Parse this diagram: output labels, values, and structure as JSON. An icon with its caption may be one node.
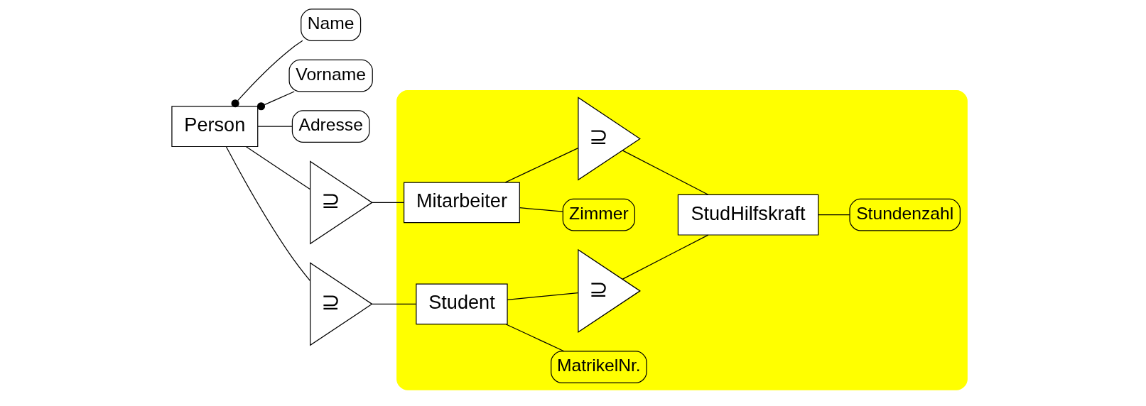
{
  "diagram": {
    "nodes": [
      {
        "text": [
          "Person"
        ]
      },
      {
        "text": [
          "Name"
        ]
      },
      {
        "text": [
          "Vorname"
        ]
      },
      {
        "text": [
          "Adresse"
        ]
      },
      {
        "text": [
          "⊇"
        ]
      },
      {
        "text": [
          "⊇"
        ]
      },
      {
        "text": [],
        "shape": "box"
      },
      {
        "text": [
          "Mitarbeiter"
        ],
        "in": 6
      },
      {
        "text": [
          "Zimmer"
        ],
        "in": 6
      },
      {
        "text": [
          "Student"
        ],
        "in": 6
      },
      {
        "text": [
          "MatrikelNr."
        ],
        "in": 6
      },
      {
        "text": [
          "⊇"
        ],
        "in": 6
      },
      {
        "text": [
          "⊇"
        ],
        "in": 6
      },
      {
        "text": [
          "StudHilfskraft"
        ],
        "in": 6
      },
      {
        "text": [
          "Stundenzahl"
        ],
        "in": 6
      }
    ],
    "edges": [
      {
        "from": 0,
        "to": 1,
        "arrow": "other"
      },
      {
        "from": 0,
        "to": 2,
        "arrow": "other"
      },
      {
        "from": 0,
        "to": 3,
        "arrow": "none"
      },
      {
        "from": 0,
        "to": 4,
        "arrow": "none"
      },
      {
        "from": 0,
        "to": 5,
        "arrow": "none"
      },
      {
        "from": 4,
        "to": 7,
        "arrow": "none"
      },
      {
        "from": 5,
        "to": 9,
        "arrow": "none"
      },
      {
        "from": 7,
        "to": 8,
        "arrow": "none"
      },
      {
        "from": 9,
        "to": 10,
        "arrow": "none"
      },
      {
        "from": 7,
        "to": 11,
        "arrow": "none"
      },
      {
        "from": 9,
        "to": 12,
        "arrow": "none"
      },
      {
        "from": 11,
        "to": 13,
        "arrow": "none"
      },
      {
        "from": 12,
        "to": 13,
        "arrow": "none"
      },
      {
        "from": 13,
        "to": 14,
        "arrow": "none"
      }
    ]
  }
}
